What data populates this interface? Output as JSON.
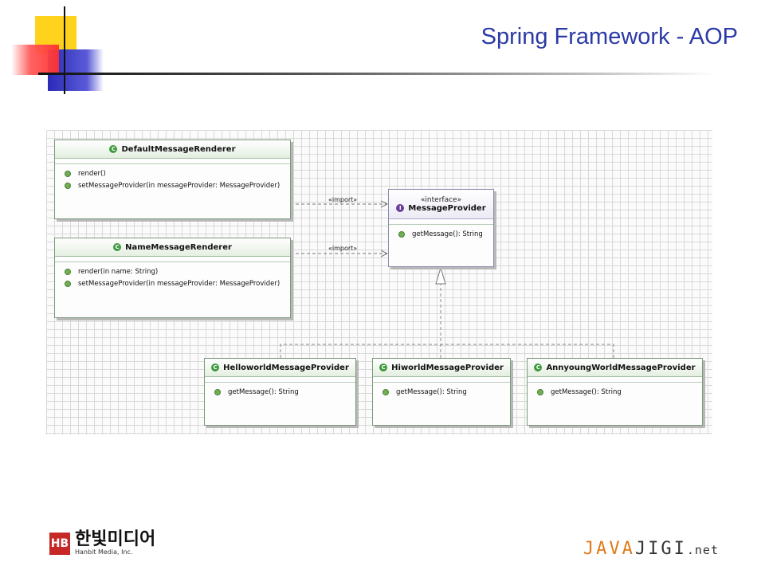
{
  "slide": {
    "title": "Spring Framework - AOP"
  },
  "colors": {
    "title": "#2b3aa6",
    "class_icon": "#3f9a3f",
    "interface_icon": "#6a3f9a",
    "method_dot": "#6fb04f"
  },
  "diagram": {
    "classes": {
      "default_renderer": {
        "name": "DefaultMessageRenderer",
        "icon": "C",
        "methods": [
          "render()",
          "setMessageProvider(in messageProvider: MessageProvider)"
        ]
      },
      "name_renderer": {
        "name": "NameMessageRenderer",
        "icon": "C",
        "methods": [
          "render(in name: String)",
          "setMessageProvider(in messageProvider: MessageProvider)"
        ]
      },
      "message_provider": {
        "stereotype": "«interface»",
        "name": "MessageProvider",
        "icon": "I",
        "methods": [
          "getMessage(): String"
        ]
      },
      "helloworld_provider": {
        "name": "HelloworldMessageProvider",
        "icon": "C",
        "methods": [
          "getMessage(): String"
        ]
      },
      "hiworld_provider": {
        "name": "HiworldMessageProvider",
        "icon": "C",
        "methods": [
          "getMessage(): String"
        ]
      },
      "annyoung_provider": {
        "name": "AnnyoungWorldMessageProvider",
        "icon": "C",
        "methods": [
          "getMessage(): String"
        ]
      }
    },
    "relations": {
      "import_label_1": "«import»",
      "import_label_2": "«import»"
    }
  },
  "footer": {
    "left_logo": {
      "mark": "HB",
      "korean": "한빛미디어",
      "english": "Hanbit Media, Inc."
    },
    "right_logo": {
      "part1": "JAVA",
      "part2": "JIGI",
      "part3": ".net"
    }
  }
}
